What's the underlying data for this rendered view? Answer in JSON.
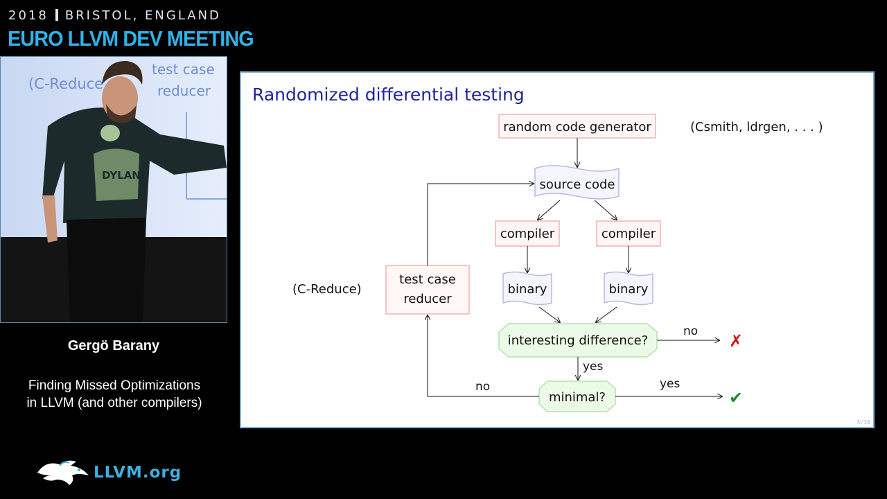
{
  "event": {
    "year": "2018",
    "location": "BRISTOL, ENGLAND",
    "title": "EURO LLVM DEV MEETING"
  },
  "speaker": {
    "name": "Gergö Barany"
  },
  "talk": {
    "title_line1": "Finding Missed Optimizations",
    "title_line2": "in LLVM (and other compilers)"
  },
  "logo": {
    "text": "LLVM.org"
  },
  "video": {
    "wall_text_line1": "(C-Reduce",
    "wall_text_line2": "test case",
    "wall_text_line3": "reducer"
  },
  "slide": {
    "title": "Randomized differential testing",
    "page": "5/16",
    "nodes": {
      "generator": "random code generator",
      "generators_note": "(Csmith, ldrgen, . . . )",
      "source": "source code",
      "compiler_left": "compiler",
      "compiler_right": "compiler",
      "binary_left": "binary",
      "binary_right": "binary",
      "difference": "interesting difference?",
      "minimal": "minimal?",
      "reducer_line1": "test case",
      "reducer_line2": "reducer",
      "reducer_note": "(C-Reduce)"
    },
    "edges": {
      "diff_no": "no",
      "diff_yes": "yes",
      "min_yes": "yes",
      "min_no": "no"
    },
    "results": {
      "fail": "✗",
      "pass": "✔"
    },
    "colors": {
      "title": "#22229c",
      "fail": "#cc1111",
      "pass": "#1e8c2a",
      "box_fill": "#fff6f6",
      "box_stroke": "#f0b4b4",
      "wave_fill": "#f5f5ff",
      "wave_stroke": "#b8b8e0",
      "oct_fill": "#ecfbe8",
      "oct_stroke": "#b2e2a8"
    }
  }
}
